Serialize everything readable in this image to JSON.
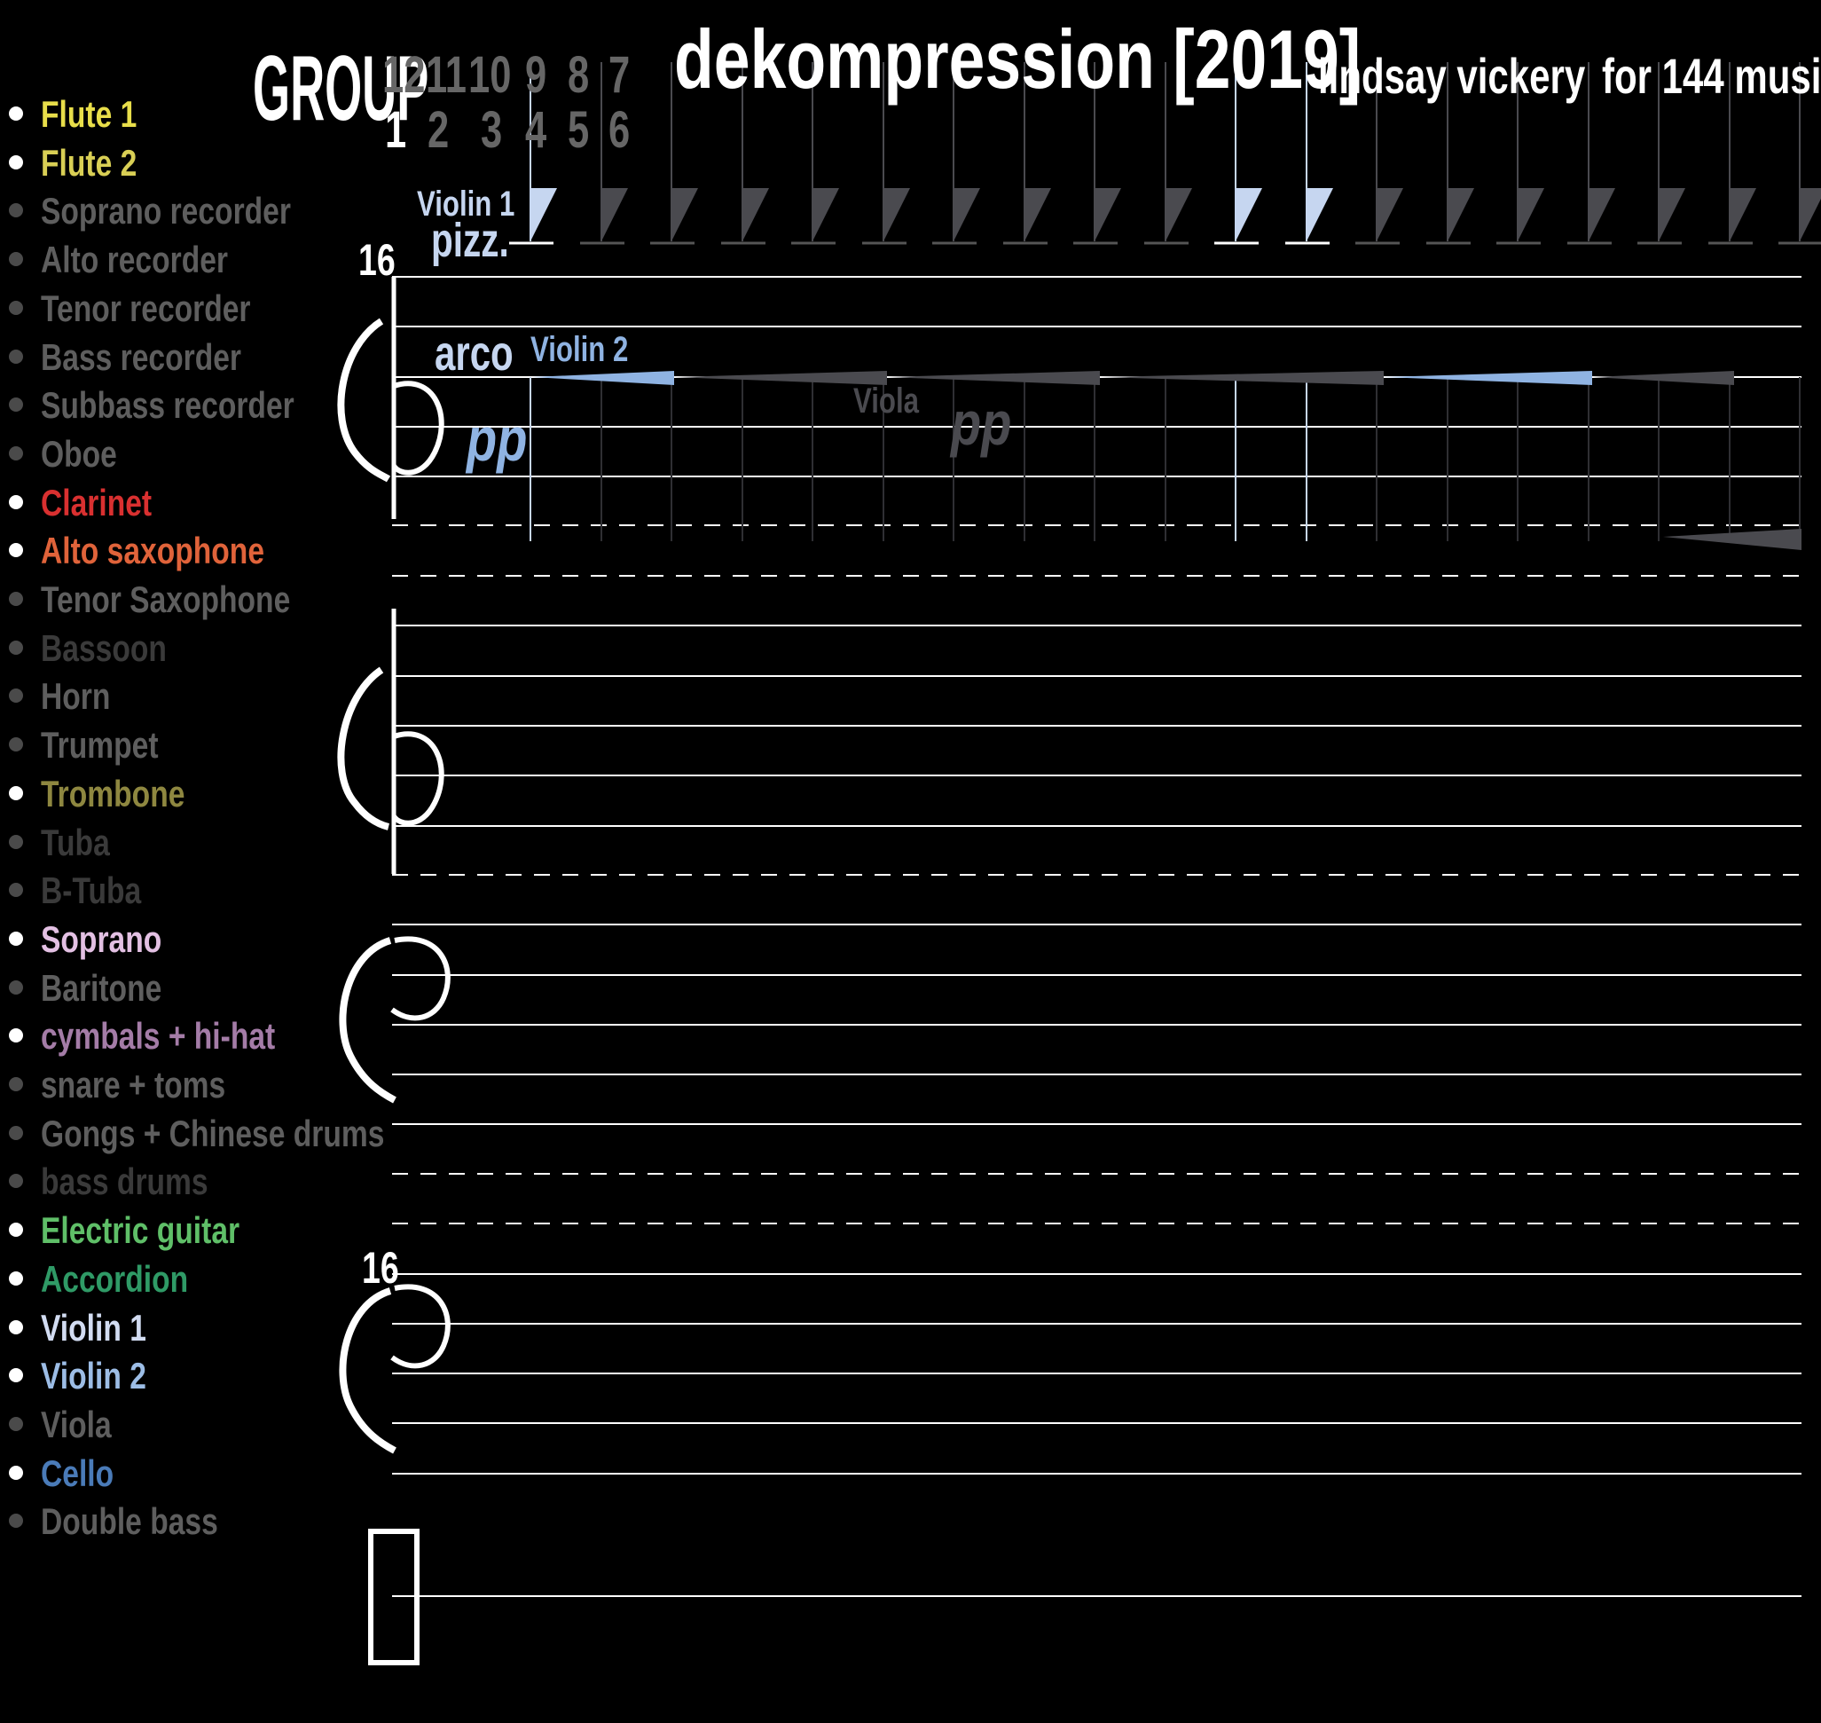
{
  "header": {
    "title": "dekompression [2019]",
    "composer": "lindsay vickery",
    "subtitle": "for 144 musi"
  },
  "group": {
    "label": "GROUP",
    "numbers_top": [
      "12",
      "11",
      "10",
      "9",
      "8",
      "7"
    ],
    "numbers_bottom": [
      "1",
      "2",
      "3",
      "4",
      "5",
      "6"
    ]
  },
  "legend": [
    {
      "label": "Flute 1",
      "color": "#e8de4a",
      "active": true
    },
    {
      "label": "Flute 2",
      "color": "#d9cf55",
      "active": true
    },
    {
      "label": "Soprano recorder",
      "color": "#5e5e5e",
      "active": false
    },
    {
      "label": "Alto recorder",
      "color": "#5e5e5e",
      "active": false
    },
    {
      "label": "Tenor recorder",
      "color": "#5e5e5e",
      "active": false
    },
    {
      "label": "Bass recorder",
      "color": "#5e5e5e",
      "active": false
    },
    {
      "label": "Subbass recorder",
      "color": "#5e5e5e",
      "active": false
    },
    {
      "label": "Oboe",
      "color": "#5e5e5e",
      "active": false
    },
    {
      "label": "Clarinet",
      "color": "#d93030",
      "active": true
    },
    {
      "label": "Alto saxophone",
      "color": "#e0633a",
      "active": true
    },
    {
      "label": "Tenor Saxophone",
      "color": "#5e5e5e",
      "active": false
    },
    {
      "label": "Bassoon",
      "color": "#3a3a3a",
      "active": false
    },
    {
      "label": "Horn",
      "color": "#5e5e5e",
      "active": false
    },
    {
      "label": "Trumpet",
      "color": "#5e5e5e",
      "active": false
    },
    {
      "label": "Trombone",
      "color": "#8e8740",
      "active": true
    },
    {
      "label": "Tuba",
      "color": "#3a3a3a",
      "active": false
    },
    {
      "label": "B-Tuba",
      "color": "#3a3a3a",
      "active": false
    },
    {
      "label": "Soprano",
      "color": "#e3c0e3",
      "active": true
    },
    {
      "label": "Baritone",
      "color": "#5e5e5e",
      "active": false
    },
    {
      "label": "cymbals + hi-hat",
      "color": "#a47ca7",
      "active": true
    },
    {
      "label": "snare + toms",
      "color": "#5e5e5e",
      "active": false
    },
    {
      "label": "Gongs + Chinese drums",
      "color": "#5e5e5e",
      "active": false
    },
    {
      "label": "bass drums",
      "color": "#3a3a3a",
      "active": false
    },
    {
      "label": "Electric guitar",
      "color": "#5fbf68",
      "active": true
    },
    {
      "label": "Accordion",
      "color": "#2f9a66",
      "active": true
    },
    {
      "label": "Violin 1",
      "color": "#d2dcf2",
      "active": true
    },
    {
      "label": "Violin 2",
      "color": "#9cbde6",
      "active": true
    },
    {
      "label": "Viola",
      "color": "#5e5e5e",
      "active": false
    },
    {
      "label": "Cello",
      "color": "#4a7bb8",
      "active": true
    },
    {
      "label": "Double bass",
      "color": "#5e5e5e",
      "active": false
    }
  ],
  "score": {
    "clef_number_top": "16",
    "clef_number_bottom": "16",
    "violin1_label": "Violin 1",
    "pizz": "pizz.",
    "arco": "arco",
    "violin2_label": "Violin 2",
    "dynamic_1": "pp",
    "viola_label": "Viola",
    "dynamic_2": "pp",
    "colors": {
      "violin1": "#c6d6f0",
      "violin2": "#8fb3e2",
      "inactive": "#4a4a4f",
      "staff": "#ffffff"
    }
  }
}
